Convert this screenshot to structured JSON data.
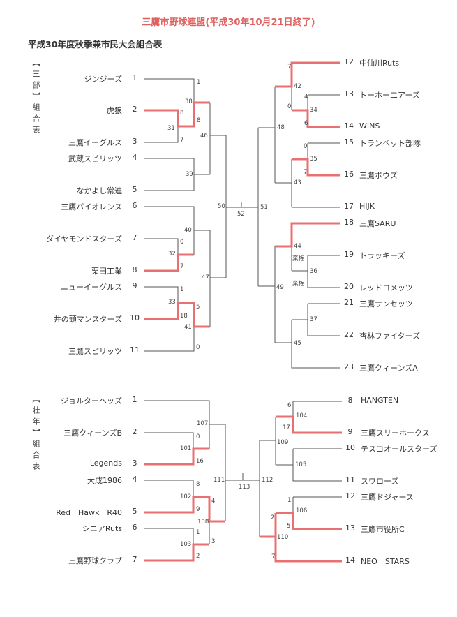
{
  "title": "三鷹市野球連盟(平成30年10月21日終了)",
  "subtitle": "平成30年度秋季兼市民大会組合表",
  "colors": {
    "winner_line": "#e87070",
    "line": "#555555",
    "title": "#e06060"
  },
  "sections": [
    {
      "label": "【三部】組合表",
      "left_teams": [
        {
          "num": "1",
          "name": "ジンジーズ"
        },
        {
          "num": "2",
          "name": "虎狼"
        },
        {
          "num": "3",
          "name": "三鷹イーグルス"
        },
        {
          "num": "4",
          "name": "武蔵スピリッツ"
        },
        {
          "num": "5",
          "name": "なかよし常連"
        },
        {
          "num": "6",
          "name": "三鷹バイオレンス"
        },
        {
          "num": "7",
          "name": "ダイヤモンドスターズ"
        },
        {
          "num": "8",
          "name": "栗田工業"
        },
        {
          "num": "9",
          "name": "ニューイーグルス"
        },
        {
          "num": "10",
          "name": "井の頭マンスターズ"
        },
        {
          "num": "11",
          "name": "三鷹スピリッツ"
        }
      ],
      "right_teams": [
        {
          "num": "12",
          "name": "中仙川Ruts"
        },
        {
          "num": "13",
          "name": "トーホーエアーズ"
        },
        {
          "num": "14",
          "name": "WINS"
        },
        {
          "num": "15",
          "name": "トランペット部隊"
        },
        {
          "num": "16",
          "name": "三鷹ボウズ"
        },
        {
          "num": "17",
          "name": "HIJK"
        },
        {
          "num": "18",
          "name": "三鷹SARU"
        },
        {
          "num": "19",
          "name": "トラッキーズ"
        },
        {
          "num": "20",
          "name": "レッドコメッツ"
        },
        {
          "num": "21",
          "name": "三鷹サンセッツ"
        },
        {
          "num": "22",
          "name": "杏林ファイターズ"
        },
        {
          "num": "23",
          "name": "三鷹クィーンズA"
        }
      ],
      "scores": [
        "1",
        "38",
        "8",
        "31",
        "8",
        "7",
        "46",
        "39",
        "50",
        "40",
        "0",
        "32",
        "7",
        "47",
        "1",
        "33",
        "18",
        "5",
        "41",
        "0",
        "52",
        "51",
        "7",
        "42",
        "0",
        "4",
        "34",
        "6",
        "48",
        "0",
        "35",
        "7",
        "43",
        "44",
        "棄権",
        "36",
        "棄権",
        "49",
        "37",
        "45"
      ]
    },
    {
      "label": "【壮年】組合表",
      "left_teams": [
        {
          "num": "1",
          "name": "ジョルターヘッズ"
        },
        {
          "num": "2",
          "name": "三鷹クィーンズB"
        },
        {
          "num": "3",
          "name": "Legends"
        },
        {
          "num": "4",
          "name": "大成1986"
        },
        {
          "num": "5",
          "name": "Red　Hawk　R40"
        },
        {
          "num": "6",
          "name": "シニアRuts"
        },
        {
          "num": "7",
          "name": "三鷹野球クラブ"
        }
      ],
      "right_teams": [
        {
          "num": "8",
          "name": "HANGTEN"
        },
        {
          "num": "9",
          "name": "三鷹スリーホークス"
        },
        {
          "num": "10",
          "name": "テスコオールスターズ"
        },
        {
          "num": "11",
          "name": "スワローズ"
        },
        {
          "num": "12",
          "name": "三鷹ドジャース"
        },
        {
          "num": "13",
          "name": "三鷹市役所C"
        },
        {
          "num": "14",
          "name": "NEO　STARS"
        }
      ],
      "scores": [
        "107",
        "0",
        "101",
        "16",
        "8",
        "102",
        "9",
        "4",
        "108",
        "1",
        "103",
        "3",
        "2",
        "111",
        "113",
        "112",
        "6",
        "104",
        "17",
        "109",
        "105",
        "1",
        "106",
        "2",
        "5",
        "110",
        "7"
      ]
    }
  ]
}
